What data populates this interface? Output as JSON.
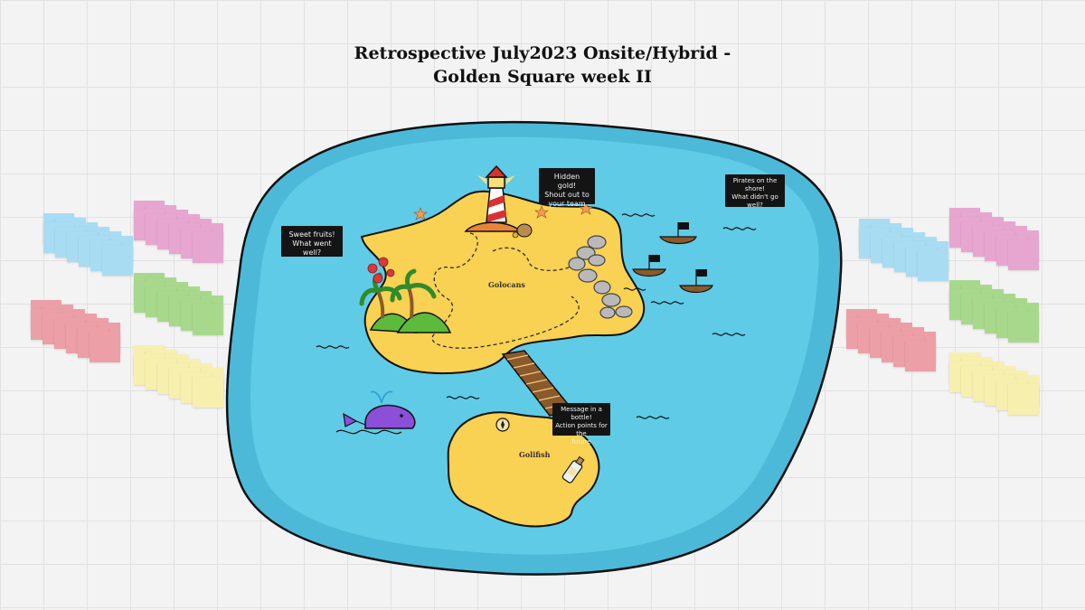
{
  "board": {
    "title_line1": "Retrospective July2023 Onsite/Hybrid -",
    "title_line2": "Golden Square week II"
  },
  "cards": {
    "sweet_fruits": {
      "line1": "Sweet fruits!",
      "line2": "What went well?"
    },
    "hidden_gold": {
      "line1": "Hidden gold!",
      "line2": "Shout out to",
      "line3": "your team"
    },
    "pirates": {
      "line1": "Pirates on the",
      "line2": "shore!",
      "line3": "What didn't go well?"
    },
    "bottle": {
      "line1": "Message in a bottle!",
      "line2": "Action points for the",
      "line3": "future"
    }
  },
  "islands": {
    "main": "Golocans",
    "small": "Golifish"
  },
  "colors": {
    "sea": "#5bc8e4",
    "sea_dark": "#3ea9cb",
    "sand": "#f9d153",
    "sticky_blue": "#a8dcf3",
    "sticky_pink": "#e6a6cf",
    "sticky_green": "#a8d88c",
    "sticky_red": "#ec9fa6",
    "sticky_yellow": "#f7efae"
  },
  "icons": [
    "lighthouse-icon",
    "treasure-chest-icon",
    "palm-tree-icon",
    "flower-icon",
    "rock-pile-icon",
    "pirate-ship-icon",
    "whale-icon",
    "compass-icon",
    "bottle-icon",
    "starfish-icon",
    "wave-icon",
    "sticky-note-icon"
  ]
}
